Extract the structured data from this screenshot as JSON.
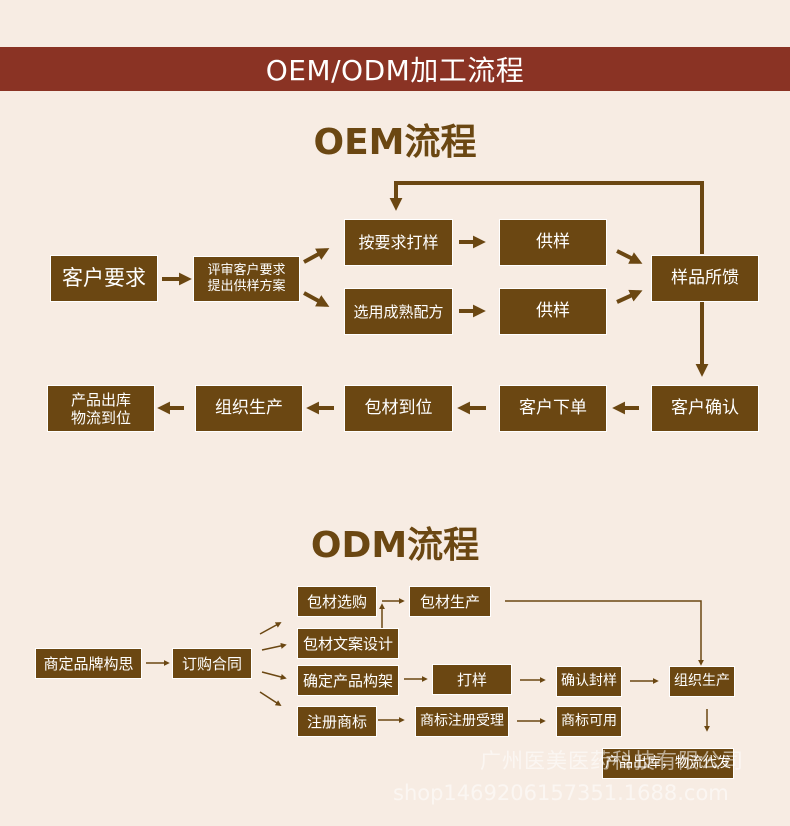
{
  "banner": {
    "title": "OEM/ODM加工流程"
  },
  "oem": {
    "title": "OEM流程",
    "steps": {
      "customer_request": "客户要求",
      "review": "评审客户要求\n提出供样方案",
      "sample_by_request": "按要求打样",
      "mature_formula": "选用成熟配方",
      "supply_sample_1": "供样",
      "supply_sample_2": "供样",
      "sample_feedback": "样品所馈",
      "customer_confirm": "客户确认",
      "customer_order": "客户下单",
      "packaging_ready": "包材到位",
      "organize_production": "组织生产",
      "warehouse_logistics": "产品出库\n物流到位"
    }
  },
  "odm": {
    "title": "ODM流程",
    "steps": {
      "brand_concept": "商定品牌构思",
      "contract": "订购合同",
      "packaging_purchase": "包材选购",
      "packaging_production": "包材生产",
      "packaging_design": "包材文案设计",
      "product_structure": "确定产品构架",
      "sampling": "打样",
      "confirm_seal": "确认封样",
      "organize_production": "组织生产",
      "trademark_register": "注册商标",
      "trademark_accepted": "商标注册受理",
      "trademark_usable": "商标可用",
      "warehouse_shipping": "产品出库，物流代发"
    }
  },
  "watermark": {
    "company": "广州医美医药科技有限公司",
    "shop": "shop1469206157351.1688.com"
  },
  "colors": {
    "banner": "#8a3324",
    "box": "#6b4712",
    "background": "#f7ece3"
  }
}
